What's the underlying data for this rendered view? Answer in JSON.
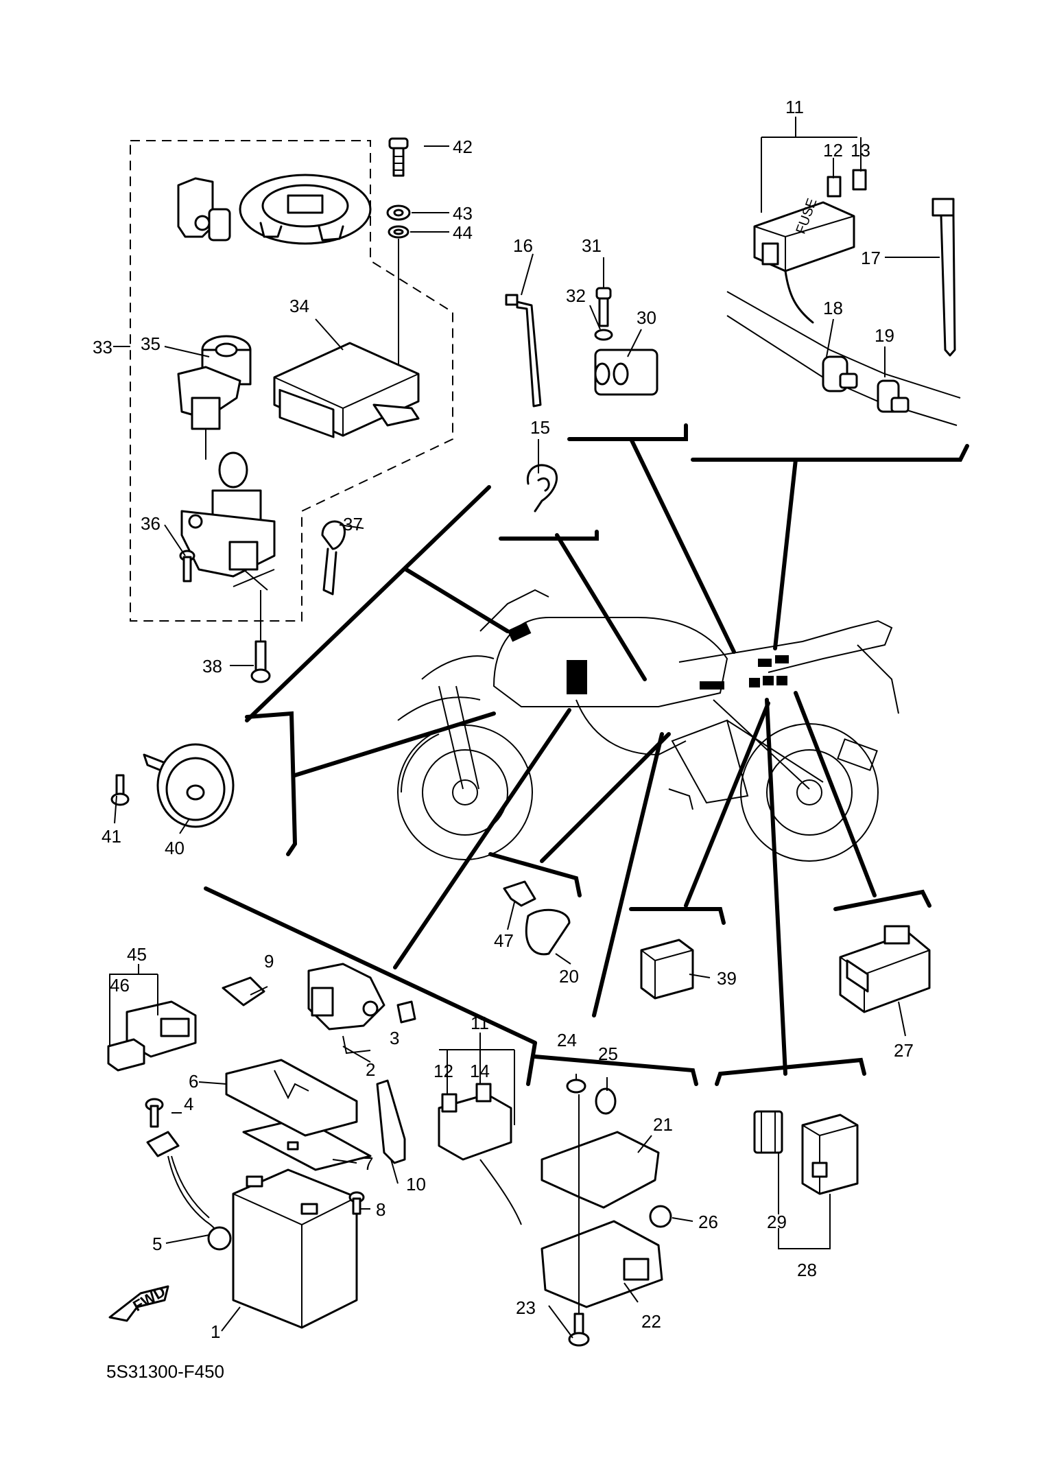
{
  "diagram_code": "5S31300-F450",
  "fwd_label": "FWD",
  "fuse_label": "FUSE",
  "callouts": {
    "c1": "1",
    "c2": "2",
    "c3": "3",
    "c4": "4",
    "c5": "5",
    "c6": "6",
    "c7": "7",
    "c8": "8",
    "c9": "9",
    "c10": "10",
    "c11a": "11",
    "c11b": "11",
    "c12a": "12",
    "c12b": "12",
    "c13": "13",
    "c14": "14",
    "c15": "15",
    "c16": "16",
    "c17": "17",
    "c18": "18",
    "c19": "19",
    "c20": "20",
    "c21": "21",
    "c22": "22",
    "c23": "23",
    "c24": "24",
    "c25": "25",
    "c26": "26",
    "c27": "27",
    "c28": "28",
    "c29": "29",
    "c30": "30",
    "c31": "31",
    "c32": "32",
    "c33": "33",
    "c34": "34",
    "c35": "35",
    "c36": "36",
    "c37": "37",
    "c38": "38",
    "c39": "39",
    "c40": "40",
    "c41": "41",
    "c42": "42",
    "c43": "43",
    "c44": "44",
    "c45": "45",
    "c46": "46",
    "c47": "47"
  }
}
